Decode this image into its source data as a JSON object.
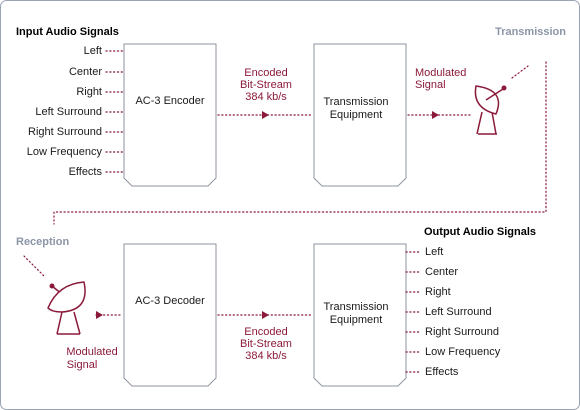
{
  "input_title": "Input Audio Signals",
  "output_title": "Output Audio Signals",
  "transmission_title": "Transmission",
  "reception_title": "Reception",
  "encoder_label": "AC-3 Encoder",
  "decoder_label": "AC-3 Decoder",
  "equipment_top": [
    "Transmission",
    "Equipment"
  ],
  "equipment_bottom": [
    "Transmission",
    "Equipment"
  ],
  "encoded_top": [
    "Encoded",
    "Bit-Stream",
    "384 kb/s"
  ],
  "encoded_bottom": [
    "Encoded",
    "Bit-Stream",
    "384 kb/s"
  ],
  "modulated_top": [
    "Modulated",
    "Signal"
  ],
  "modulated_bottom": [
    "Modulated",
    "Signal"
  ],
  "input_channels": [
    "Left",
    "Center",
    "Right",
    "Left Surround",
    "Right Surround",
    "Low Frequency",
    "Effects"
  ],
  "output_channels": [
    "Left",
    "Center",
    "Right",
    "Left Surround",
    "Right Surround",
    "Low Frequency",
    "Effects"
  ],
  "colors": {
    "accent": "#8b1a3a",
    "box_border": "#8e95a0",
    "panel_border": "#9aa4b2",
    "grey_title": "#8b96a6"
  },
  "icons": [
    "satellite-dish-transmit-icon",
    "satellite-dish-receive-icon",
    "arrow-right-icon"
  ]
}
